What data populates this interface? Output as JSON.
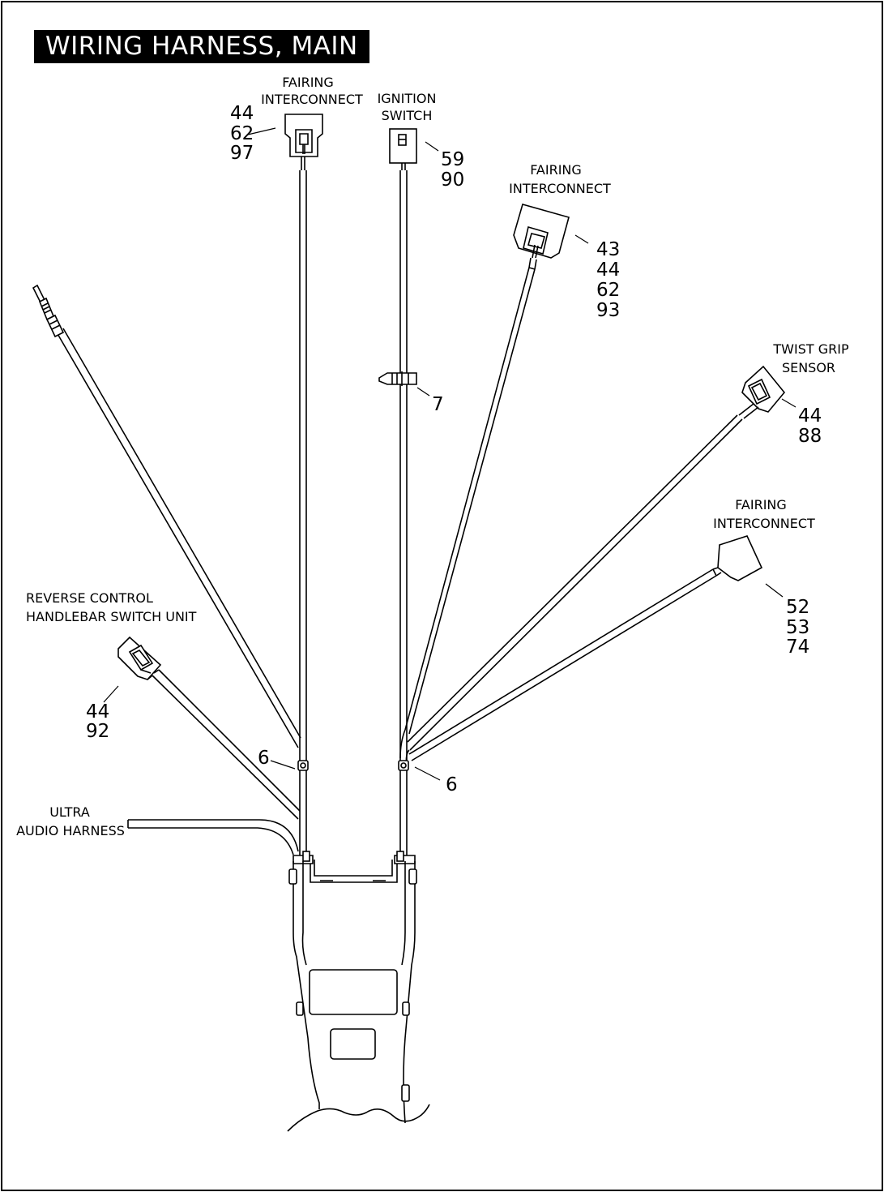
{
  "title": "WIRING HARNESS, MAIN",
  "labels": {
    "fairing_top_1": "FAIRING",
    "fairing_top_2": "INTERCONNECT",
    "ignition_1": "IGNITION",
    "ignition_2": "SWITCH",
    "fairing_mid_1": "FAIRING",
    "fairing_mid_2": "INTERCONNECT",
    "twist_1": "TWIST GRIP",
    "twist_2": "SENSOR",
    "fairing_low_1": "FAIRING",
    "fairing_low_2": "INTERCONNECT",
    "reverse_1": "REVERSE CONTROL",
    "reverse_2": "HANDLEBAR SWITCH UNIT",
    "ultra_1": "ULTRA",
    "ultra_2": "AUDIO HARNESS"
  },
  "callouts": {
    "fairing_top": [
      "44",
      "62",
      "97"
    ],
    "ignition": [
      "59",
      "90"
    ],
    "fairing_mid": [
      "43",
      "44",
      "62",
      "93"
    ],
    "twist": [
      "44",
      "88"
    ],
    "fairing_low": [
      "52",
      "53",
      "74"
    ],
    "reverse": [
      "44",
      "92"
    ],
    "clip_left": "6",
    "clip_right": "6",
    "mount_clip": "7"
  }
}
